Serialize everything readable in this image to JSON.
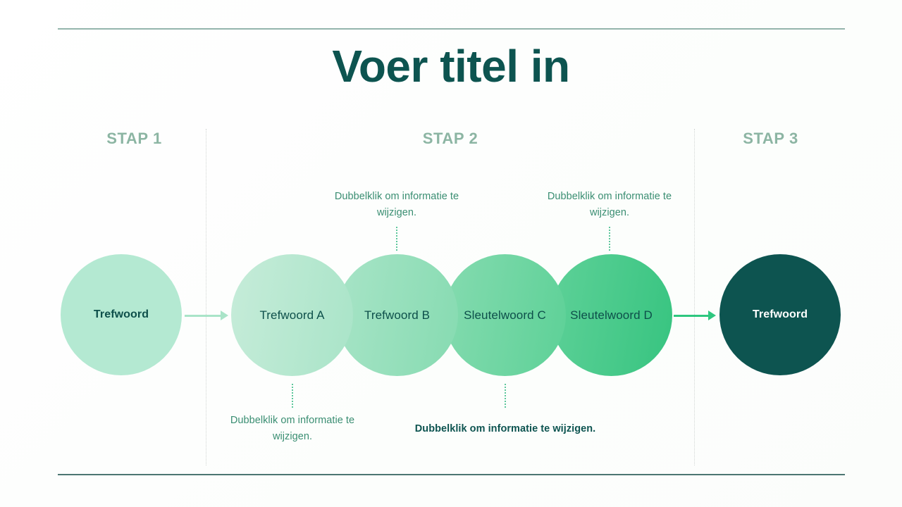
{
  "slide": {
    "title": "Voer titel in",
    "colors": {
      "title": "#0d5450",
      "rule_top": "#94b5ac",
      "rule_bottom": "#4c7672",
      "step_label": "#8cb5a3",
      "annotation": "#3a8e72",
      "annotation_highlight": "#0d5450",
      "arrow_light": "#a9e4c8",
      "arrow_strong": "#2ec77f",
      "circle_start": "#b4e9d2",
      "circle_end": "#0d5450"
    }
  },
  "steps": [
    {
      "id": "step-1",
      "label": "STAP 1"
    },
    {
      "id": "step-2",
      "label": "STAP 2"
    },
    {
      "id": "step-3",
      "label": "STAP 3"
    }
  ],
  "circles": [
    {
      "id": "circle-start",
      "label": "Trefwoord",
      "fill": "#b4e9d2",
      "text_color": "#0d4f4a",
      "bold": true
    },
    {
      "id": "circle-a",
      "label": "Trefwoord A",
      "fill": "#b8e8cf",
      "text_color": "#0d4f4a",
      "bold": false
    },
    {
      "id": "circle-b",
      "label": "Trefwoord B",
      "fill": "#97e0bc",
      "text_color": "#0d4f4a",
      "bold": false
    },
    {
      "id": "circle-c",
      "label": "Sleutelwoord C",
      "fill": "#71d6a4",
      "text_color": "#0d4f4a",
      "bold": false
    },
    {
      "id": "circle-d",
      "label": "Sleutelwoord D",
      "fill": "#4acb8c",
      "text_color": "#0d4f4a",
      "bold": false
    },
    {
      "id": "circle-end",
      "label": "Trefwoord",
      "fill": "#0d5450",
      "text_color": "#ffffff",
      "bold": true
    }
  ],
  "annotations": {
    "top_b": "Dubbelklik om informatie te wijzigen.",
    "top_d": "Dubbelklik om informatie te wijzigen.",
    "bot_a": "Dubbelklik om informatie te wijzigen.",
    "bot_c": "Dubbelklik om informatie te wijzigen."
  },
  "arrows": [
    {
      "id": "arrow-1",
      "direction": "right",
      "color": "#a9e4c8"
    },
    {
      "id": "arrow-2",
      "direction": "right",
      "color": "#2ec77f"
    }
  ]
}
